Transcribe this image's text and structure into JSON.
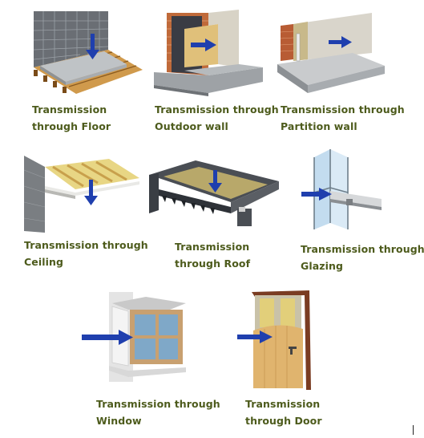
{
  "items": [
    {
      "id": "floor",
      "line1": "Transmission",
      "line2": "through Floor"
    },
    {
      "id": "outdoor",
      "line1": "Transmission through",
      "line2": "Outdoor wall"
    },
    {
      "id": "partition",
      "line1": "Transmission through",
      "line2": "Partition wall"
    },
    {
      "id": "ceiling",
      "line1": "Transmission through",
      "line2": "Ceiling"
    },
    {
      "id": "roof",
      "line1": "Transmission",
      "line2": "through Roof"
    },
    {
      "id": "glazing",
      "line1": "Transmission through",
      "line2": "Glazing"
    },
    {
      "id": "window",
      "line1": "Transmission through",
      "line2": "Window"
    },
    {
      "id": "door",
      "line1": "Transmission",
      "line2": "through Door"
    }
  ],
  "colors": {
    "caption": "#4d5b1c",
    "arrow": "#1f3fae"
  }
}
